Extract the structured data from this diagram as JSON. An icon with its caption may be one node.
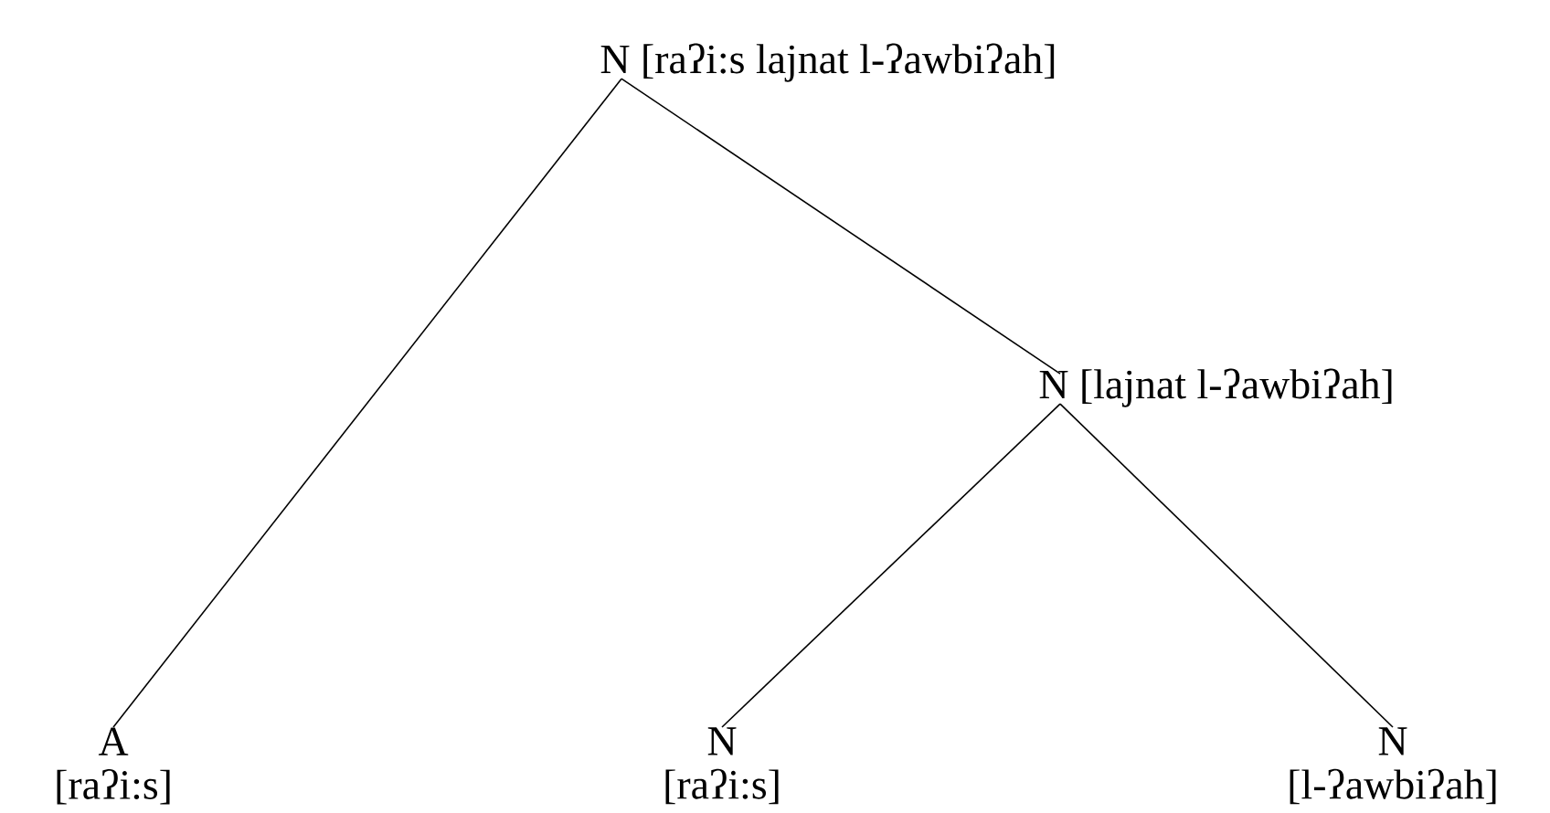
{
  "diagram": {
    "nodes": [
      {
        "text": [
          "N [raʔi:s lajnat l-ʔawbiʔah]"
        ]
      },
      {
        "text": [
          "N [lajnat l-ʔawbiʔah]"
        ]
      },
      {
        "text": [
          "A",
          "[raʔi:s]"
        ]
      },
      {
        "text": [
          "N",
          "[raʔi:s]"
        ]
      },
      {
        "text": [
          "N",
          "[l-ʔawbiʔah]"
        ]
      }
    ],
    "edges": [
      {
        "from": 0,
        "to": 2,
        "arrow": "none"
      },
      {
        "from": 0,
        "to": 1,
        "arrow": "none"
      },
      {
        "from": 1,
        "to": 3,
        "arrow": "none"
      },
      {
        "from": 1,
        "to": 4,
        "arrow": "none"
      }
    ]
  }
}
